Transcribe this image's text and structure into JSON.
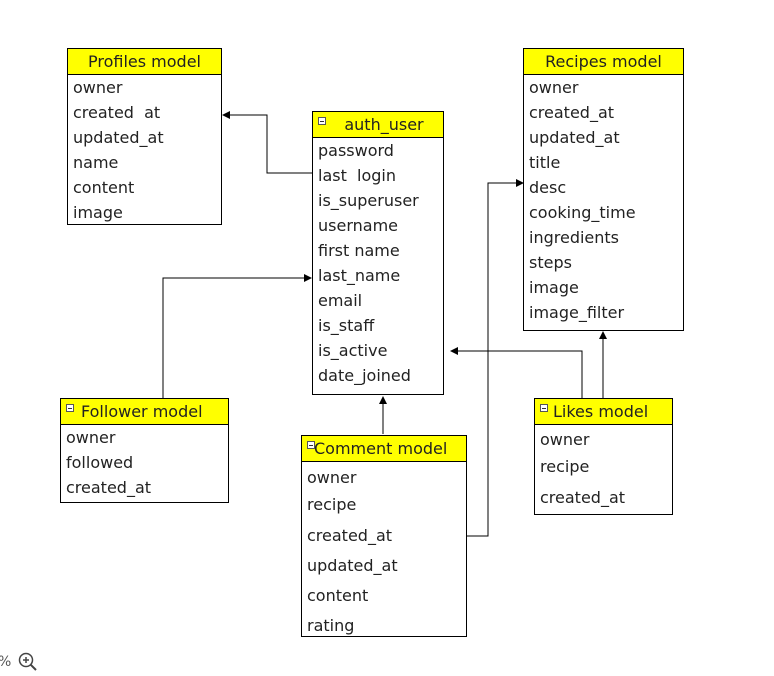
{
  "entities": {
    "profiles": {
      "title": "Profiles model",
      "fields": [
        "owner",
        "created  at",
        "updated_at",
        "name",
        "content",
        "image"
      ]
    },
    "auth_user": {
      "title": "auth_user",
      "fields": [
        "password",
        "last  login",
        "is_superuser",
        "username",
        "first name",
        "last_name",
        "email",
        "is_staff",
        "is_active",
        "date_joined"
      ]
    },
    "recipes": {
      "title": "Recipes model",
      "fields": [
        "owner",
        "created_at",
        "updated_at",
        "title",
        "desc",
        "cooking_time",
        "ingredients",
        "steps",
        "image",
        "image_filter"
      ]
    },
    "follower": {
      "title": "Follower model",
      "fields": [
        "owner",
        "followed",
        "created_at"
      ]
    },
    "comment": {
      "title": "Comment model",
      "fields": [
        "owner",
        "recipe",
        "created_at",
        "updated_at",
        "content",
        "rating"
      ]
    },
    "likes": {
      "title": "Likes model",
      "fields": [
        "owner",
        "recipe",
        "created_at"
      ]
    }
  },
  "zoom": {
    "percent_label": "%",
    "zoom_in_icon": "zoom-in-icon"
  },
  "colors": {
    "header_fill": "#ffff00",
    "border": "#000000"
  }
}
